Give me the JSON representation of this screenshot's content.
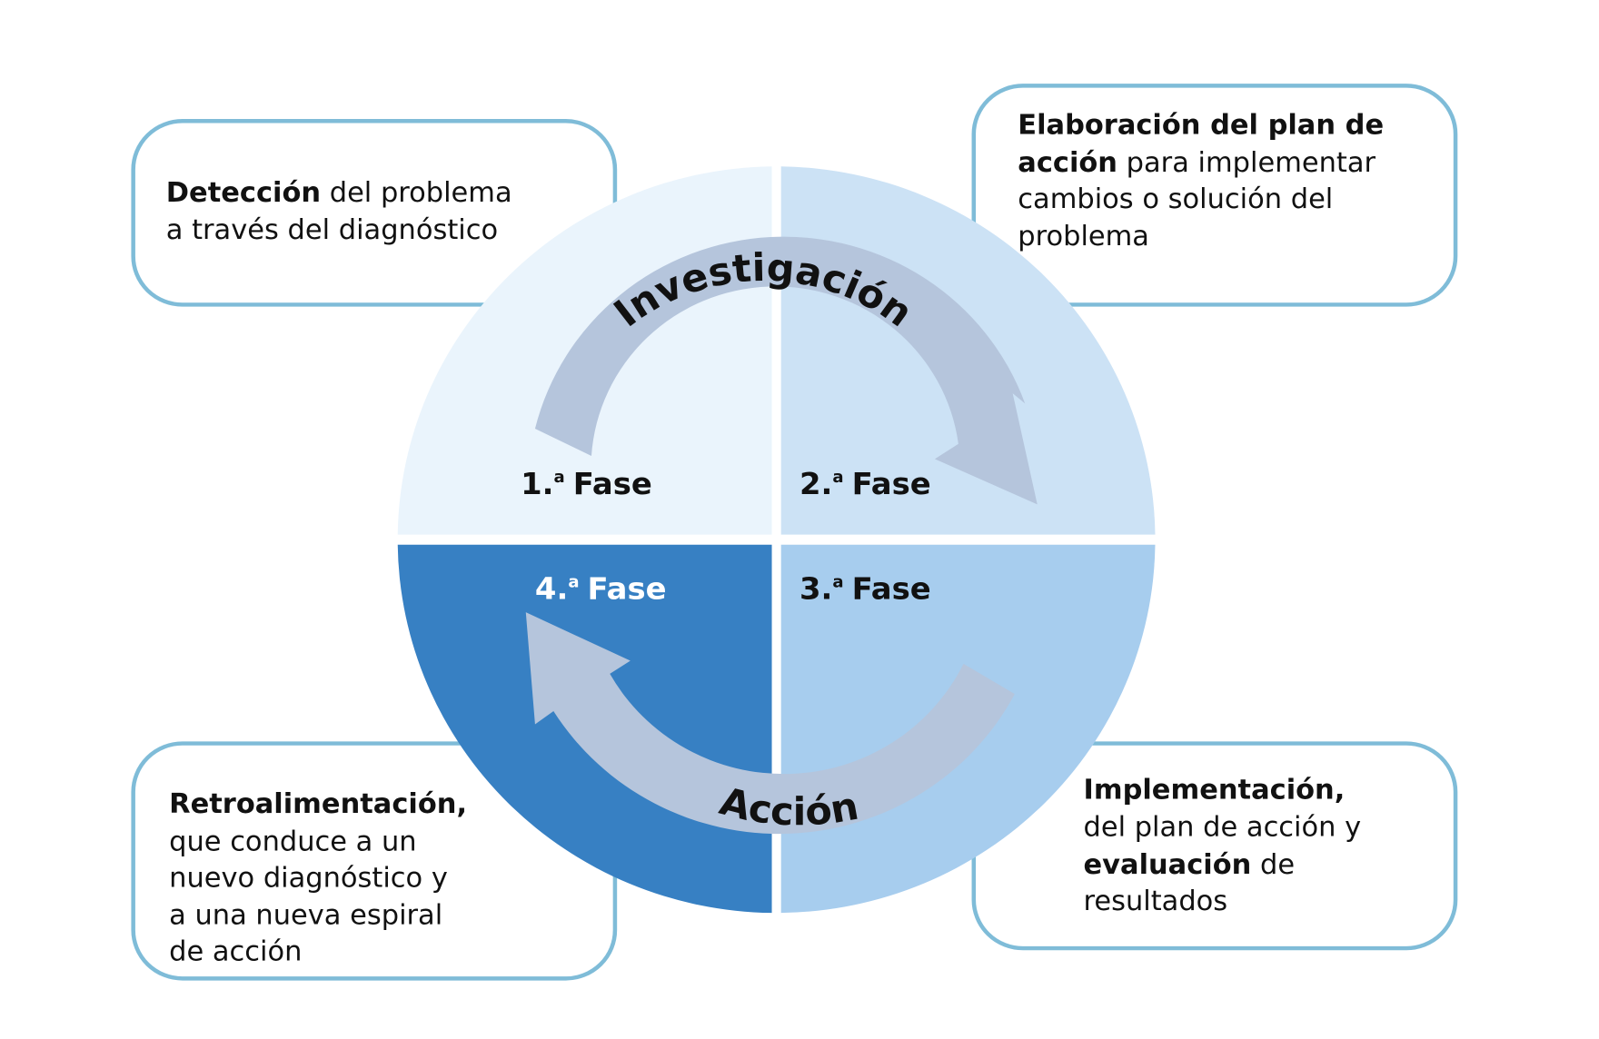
{
  "colors": {
    "quadrant_1": "#eaf4fc",
    "quadrant_2": "#cce2f5",
    "quadrant_3": "#a7cdee",
    "quadrant_4": "#3780c3",
    "arrow": "#b5c5dc",
    "box_border": "#7fbcd8"
  },
  "cycle": {
    "top_arrow_label": "Investigación",
    "bottom_arrow_label": "Acción"
  },
  "phases": [
    {
      "num": "1.",
      "sup": "a",
      "label": "Fase"
    },
    {
      "num": "2.",
      "sup": "a",
      "label": "Fase"
    },
    {
      "num": "3.",
      "sup": "a",
      "label": "Fase"
    },
    {
      "num": "4.",
      "sup": "a",
      "label": "Fase"
    }
  ],
  "boxes": {
    "detection": {
      "bold": "Detección",
      "line1_rest": " del problema",
      "line2": "a través del diagnóstico"
    },
    "planning": {
      "bold1": "Elaboración del plan de",
      "bold2": "acción",
      "line2_rest": " para implementar",
      "line3": "cambios o  solución del",
      "line4": "problema"
    },
    "implementation": {
      "bold1": "Implementación,",
      "line2": "del plan de acción y",
      "bold2": "evaluación",
      "line3_rest": " de",
      "line4": "resultados"
    },
    "feedback": {
      "bold": "Retroalimentación,",
      "line2": "que conduce a un",
      "line3": "nuevo diagnóstico y",
      "line4": "a una nueva espiral",
      "line5": "de acción"
    }
  }
}
